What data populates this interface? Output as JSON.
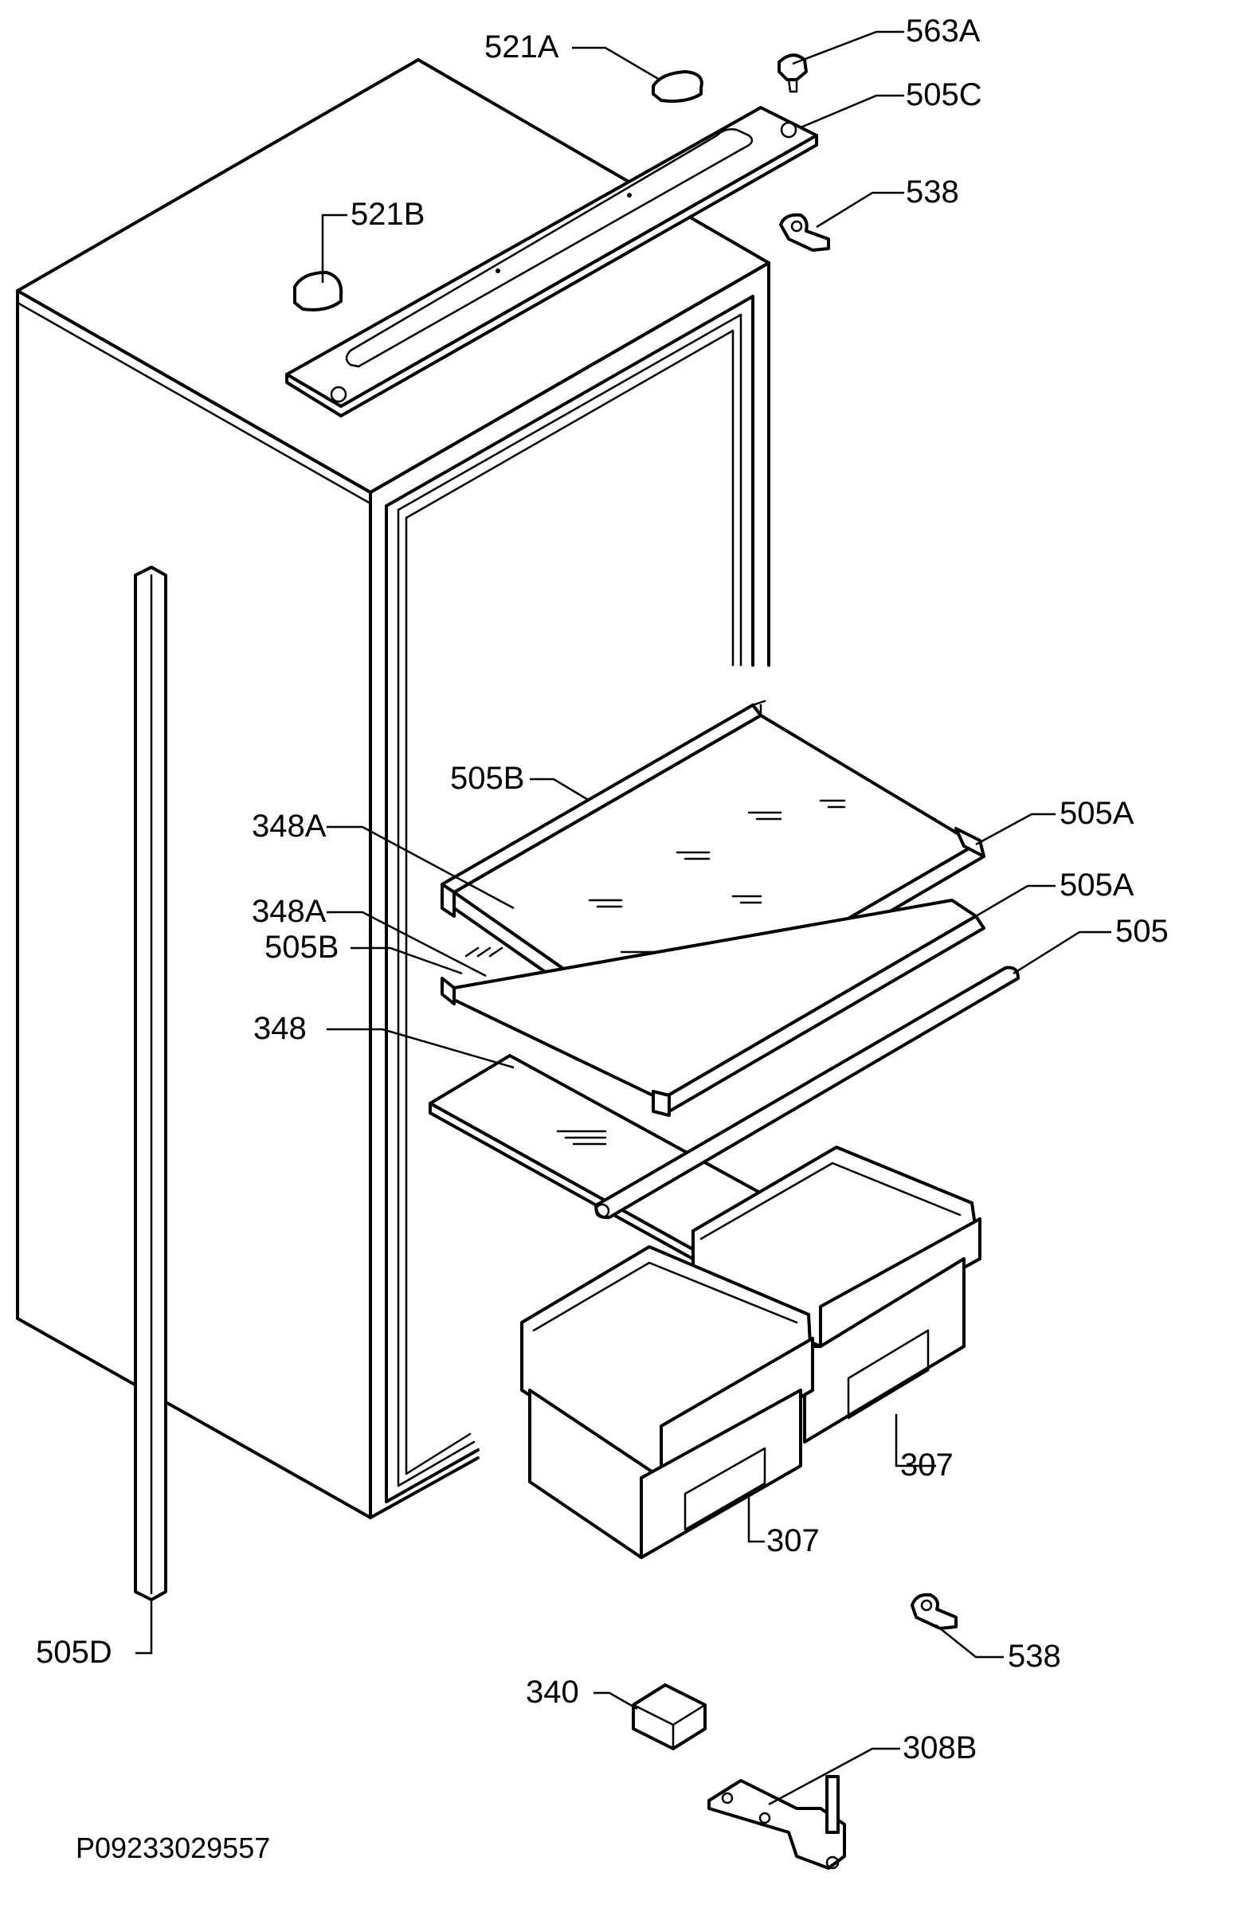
{
  "labels": {
    "l_521A": "521A",
    "l_563A": "563A",
    "l_505C": "505C",
    "l_521B": "521B",
    "l_538_top": "538",
    "l_505B_upper": "505B",
    "l_348A_upper": "348A",
    "l_505A_upper": "505A",
    "l_348A_lower": "348A",
    "l_505A_lower": "505A",
    "l_505B_lower": "505B",
    "l_505": "505",
    "l_348": "348",
    "l_307_right": "307",
    "l_307_left": "307",
    "l_505D": "505D",
    "l_538_bottom": "538",
    "l_340": "340",
    "l_308B": "308B"
  },
  "drawing_code": "P09233029557"
}
